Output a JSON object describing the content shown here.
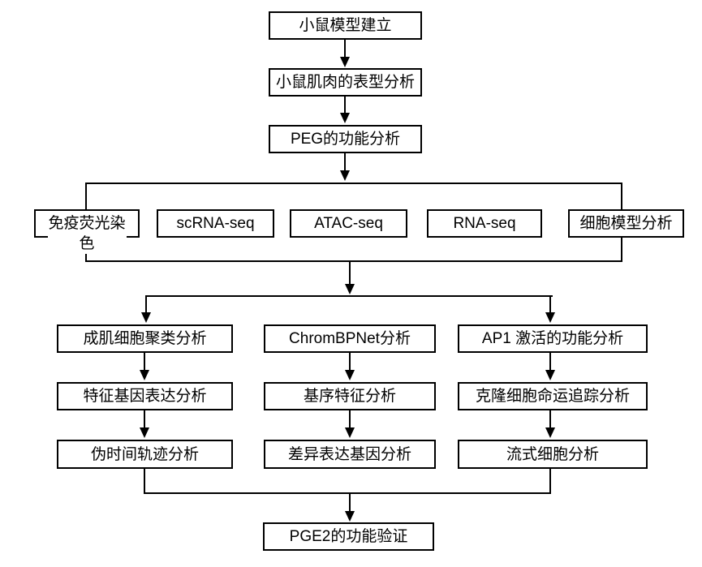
{
  "diagram": {
    "background": "#ffffff",
    "line_color": "#000000",
    "box_fill": "#ffffff",
    "box_border_color": "#000000",
    "top_chain": [
      "小鼠模型建立",
      "小鼠肌肉的表型分析",
      "PEG的功能分析"
    ],
    "methods_row": [
      "免疫荧光染色",
      "scRNA-seq",
      "ATAC-seq",
      "RNA-seq",
      "细胞模型分析"
    ],
    "columns": [
      {
        "steps": [
          "成肌细胞聚类分析",
          "特征基因表达分析",
          "伪时间轨迹分析"
        ]
      },
      {
        "steps": [
          "ChromBPNet分析",
          "基序特征分析",
          "差异表达基因分析"
        ]
      },
      {
        "steps": [
          "AP1 激活的功能分析",
          "克隆细胞命运追踪分析",
          "流式细胞分析"
        ]
      }
    ],
    "final": "PGE2的功能验证"
  }
}
